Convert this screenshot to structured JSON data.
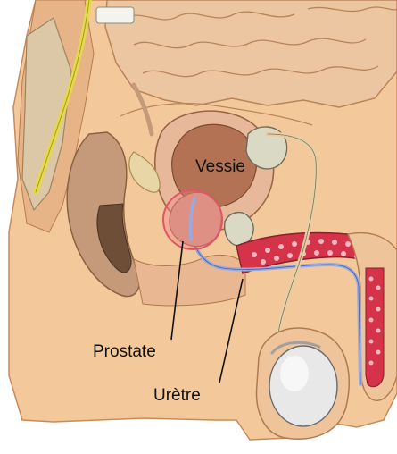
{
  "labels": {
    "bladder": "Vessie",
    "prostate": "Prostate",
    "urethra": "Urètre"
  },
  "colors": {
    "skin": "#f3c99c",
    "skin_shadow": "#d9a06e",
    "intestine": "#e8c09a",
    "intestine_line": "#b98458",
    "bladder_cavity": "#c98a68",
    "bladder_wall": "#e8b89a",
    "prostate_highlight": "#f07a8a",
    "urethra": "#9aaae0",
    "corpus": "#d4334a",
    "nerve": "#e6d94a",
    "bone": "#d9d9c4",
    "testis": "#e8e8e8",
    "leader_line": "#111111"
  },
  "icons": {
    "prostate_marker": "circle-highlight"
  }
}
